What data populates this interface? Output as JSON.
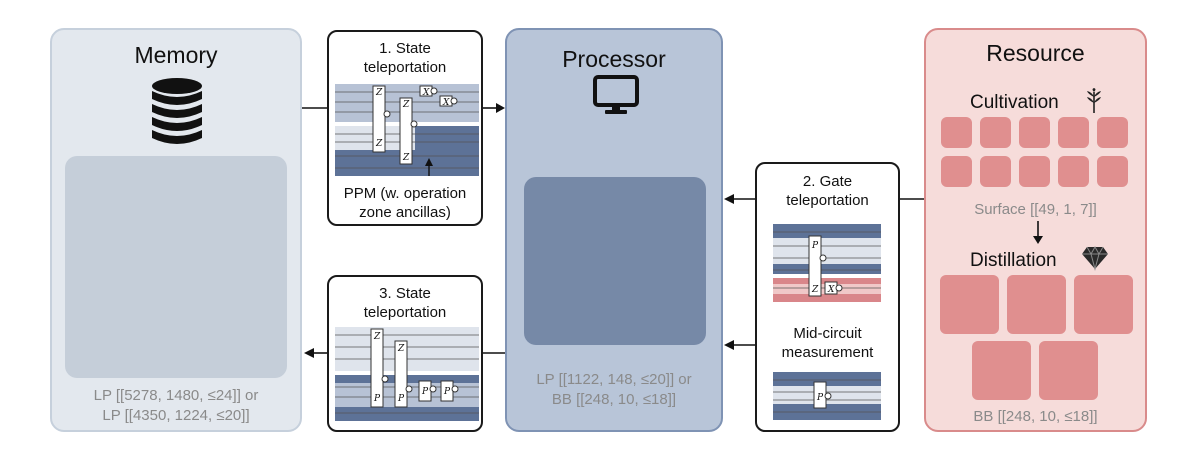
{
  "memory": {
    "title": "Memory",
    "footer_line1": "LP [[5278, 1480, ≤24]] or",
    "footer_line2": "LP [[4350, 1224, ≤20]]"
  },
  "processor": {
    "title": "Processor",
    "footer_line1": "LP [[1122, 148, ≤20]] or",
    "footer_line2": "BB [[248, 10, ≤18]]"
  },
  "resource": {
    "title": "Resource",
    "cultivation_label": "Cultivation",
    "surface_code": "Surface [[49, 1, 7]]",
    "distillation_label": "Distillation",
    "bb_code": "BB [[248, 10, ≤18]]"
  },
  "step1": {
    "title_line1": "1. State",
    "title_line2": "teleportation",
    "note_line1": "PPM (w. operation",
    "note_line2": "zone ancillas)",
    "gates": [
      "Z",
      "Z",
      "Z",
      "Z",
      "X",
      "X"
    ]
  },
  "step2": {
    "title_line1": "2. Gate",
    "title_line2": "teleportation",
    "mid_line1": "Mid-circuit",
    "mid_line2": "measurement",
    "gates": [
      "P",
      "Z",
      "X",
      "P"
    ]
  },
  "step3": {
    "title_line1": "3. State",
    "title_line2": "teleportation",
    "gates": [
      "Z",
      "P",
      "Z",
      "P",
      "P",
      "P"
    ]
  },
  "colors": {
    "memory_bg": "#e3e8ee",
    "processor_bg": "#b8c5d8",
    "processor_inner": "#7689a7",
    "resource_bg": "#f6dcda",
    "resource_square": "#e08f8f",
    "circuit_blue": "#5d7297",
    "circuit_red": "#d9868a"
  },
  "icons": [
    "database-icon",
    "monitor-icon",
    "sprout-icon",
    "diamond-icon"
  ]
}
